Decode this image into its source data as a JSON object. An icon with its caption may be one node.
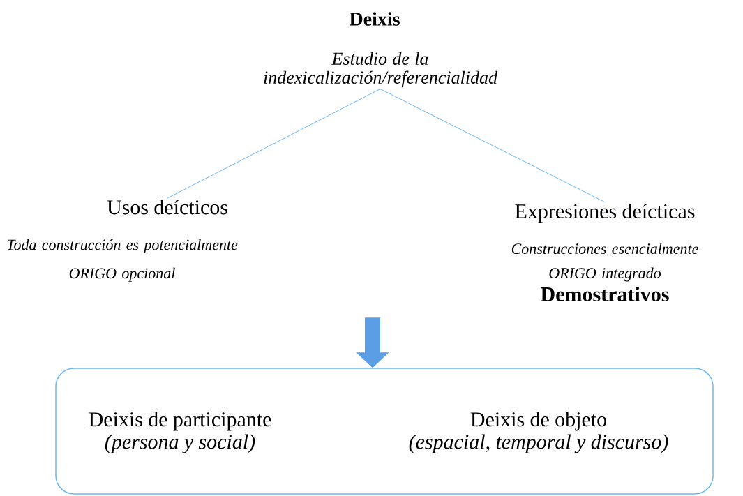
{
  "diagram": {
    "title": "Deixis",
    "nodes": [
      {
        "text": [
          "Estudio de la indexicalización/referencialidad"
        ]
      },
      {
        "text": [
          "Usos deícticos",
          "Toda construcción es potencialmente",
          "ORIGO opcional"
        ]
      },
      {
        "text": [
          "Expresiones deícticas",
          "Construcciones esencialmente",
          "ORIGO integrado",
          "Demostrativos"
        ]
      },
      {
        "text": [],
        "shape": "box"
      },
      {
        "text": [
          "Deixis de participante",
          "(persona y social)"
        ],
        "in": 3
      },
      {
        "text": [
          "Deixis de objeto",
          "(espacial, temporal y discurso)"
        ],
        "in": 3
      }
    ],
    "edges": [
      {
        "from": 0,
        "to": 1,
        "arrow": "none"
      },
      {
        "from": 0,
        "to": 2,
        "arrow": "none"
      },
      {
        "from": null,
        "to": 3,
        "arrow": "to",
        "style": "thick",
        "color": "#5b9ee6"
      }
    ]
  }
}
